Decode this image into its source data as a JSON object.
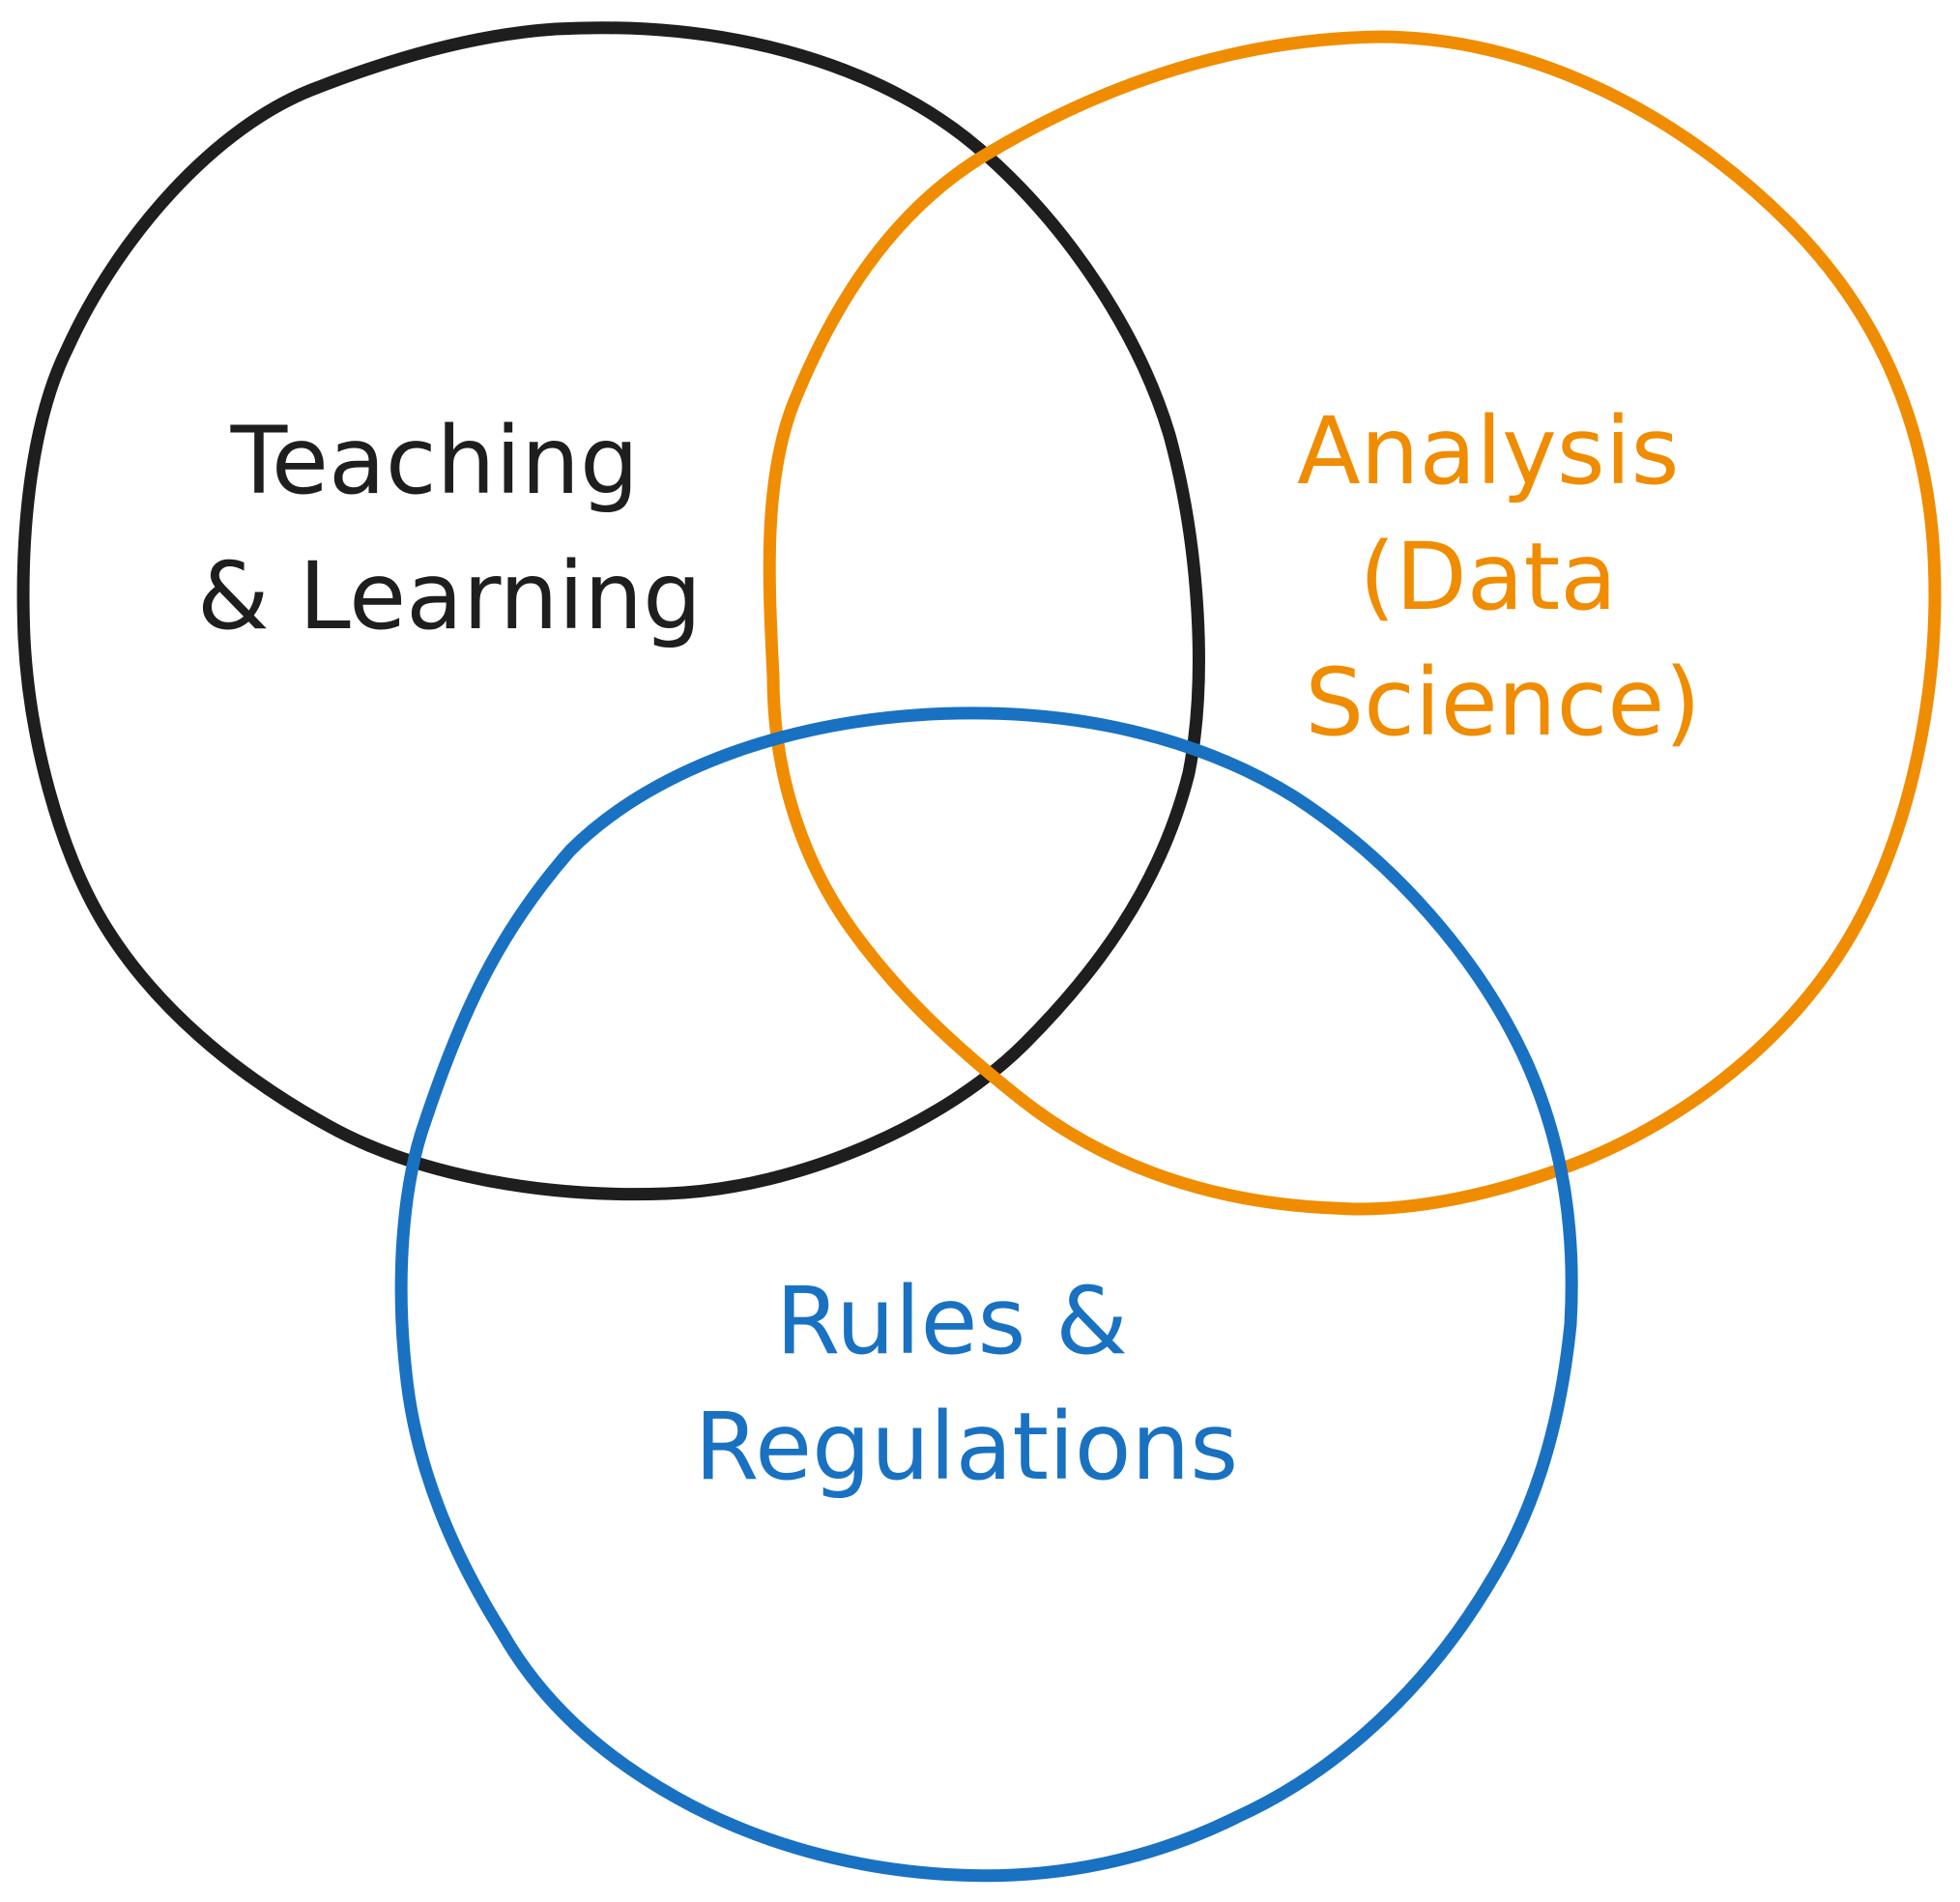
{
  "diagram": {
    "type": "venn",
    "sets": [
      {
        "id": "teaching",
        "lines": [
          "Teaching",
          "& Learning"
        ],
        "color": "#1e1e1e"
      },
      {
        "id": "analysis",
        "lines": [
          "Analysis",
          "(Data",
          "Science)"
        ],
        "color": "#f08c00"
      },
      {
        "id": "rules",
        "lines": [
          "Rules &",
          "Regulations"
        ],
        "color": "#1971c2"
      }
    ]
  }
}
